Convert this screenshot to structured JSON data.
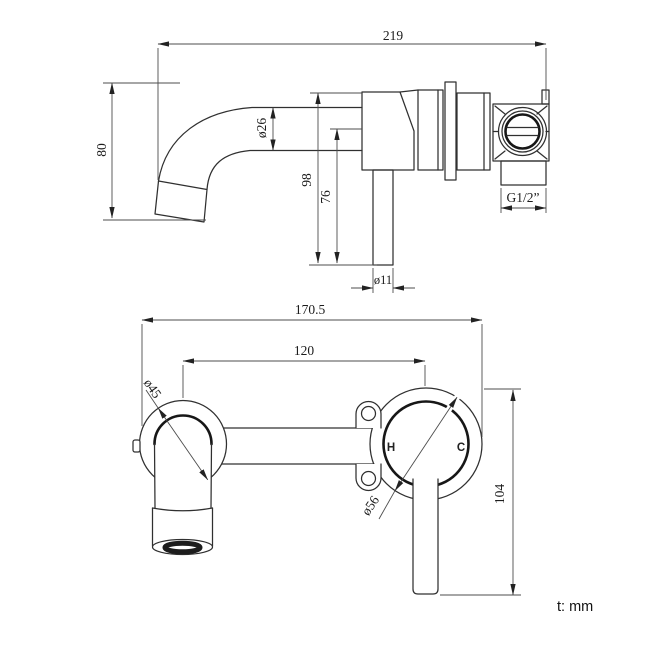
{
  "side_view": {
    "overall_width": "219",
    "spout_height": "80",
    "spout_diameter": "ø26",
    "body_height": "98",
    "handle_length": "76",
    "handle_diameter": "ø11",
    "thread": "G1/2”"
  },
  "front_view": {
    "overall_width": "170.5",
    "hole_spacing": "120",
    "spout_flange_diameter": "ø45",
    "valve_diameter": "ø56",
    "overall_height": "104",
    "hot": "H",
    "cold": "C"
  },
  "footer": {
    "units_note": "t: mm"
  }
}
